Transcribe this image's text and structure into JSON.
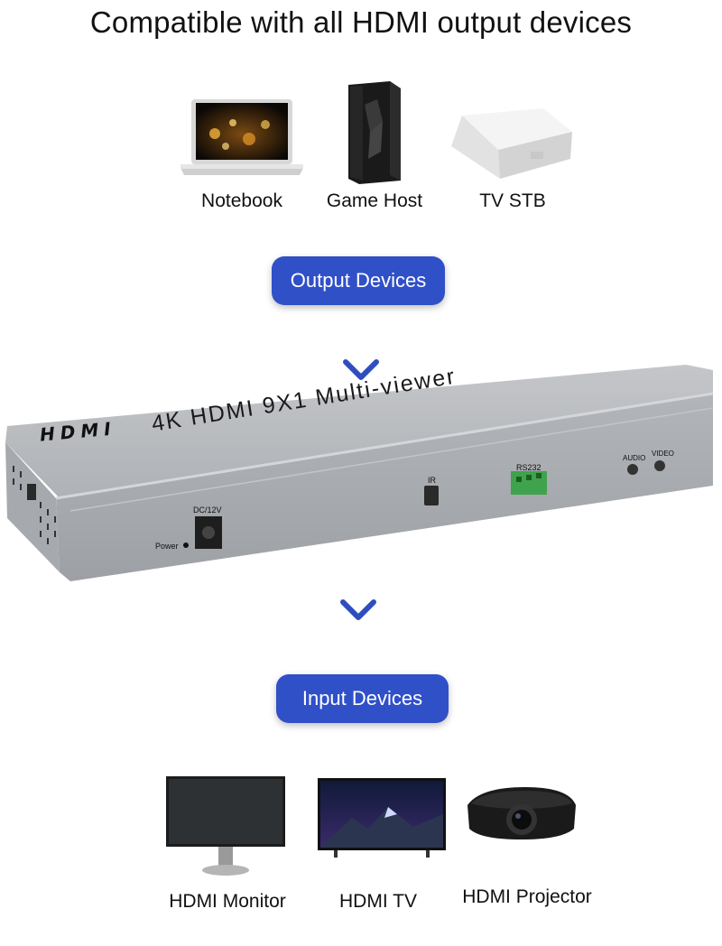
{
  "headline": "Compatible with all HDMI output devices",
  "output_devices": [
    {
      "label": "Notebook",
      "icon": "notebook-icon"
    },
    {
      "label": "Game Host",
      "icon": "game-console-icon"
    },
    {
      "label": "TV STB",
      "icon": "set-top-box-icon"
    }
  ],
  "output_badge": "Output Devices",
  "product": {
    "logo_text": "HDMI",
    "title": "4K HDMI 9X1 Multi-viewer",
    "port_dc": "DC/12V",
    "port_power": "Power",
    "port_ir": "IR",
    "port_rs232": "RS232",
    "port_audio": "AUDIO",
    "port_video": "VIDEO"
  },
  "input_badge": "Input Devices",
  "input_devices": [
    {
      "label": "HDMI Monitor",
      "icon": "monitor-icon"
    },
    {
      "label": "HDMI TV",
      "icon": "tv-icon"
    },
    {
      "label": "HDMI Projector",
      "icon": "projector-icon"
    }
  ],
  "colors": {
    "badge": "#3050c8",
    "chevron": "#2f4dbf",
    "device_body": "#b9bcc0"
  }
}
